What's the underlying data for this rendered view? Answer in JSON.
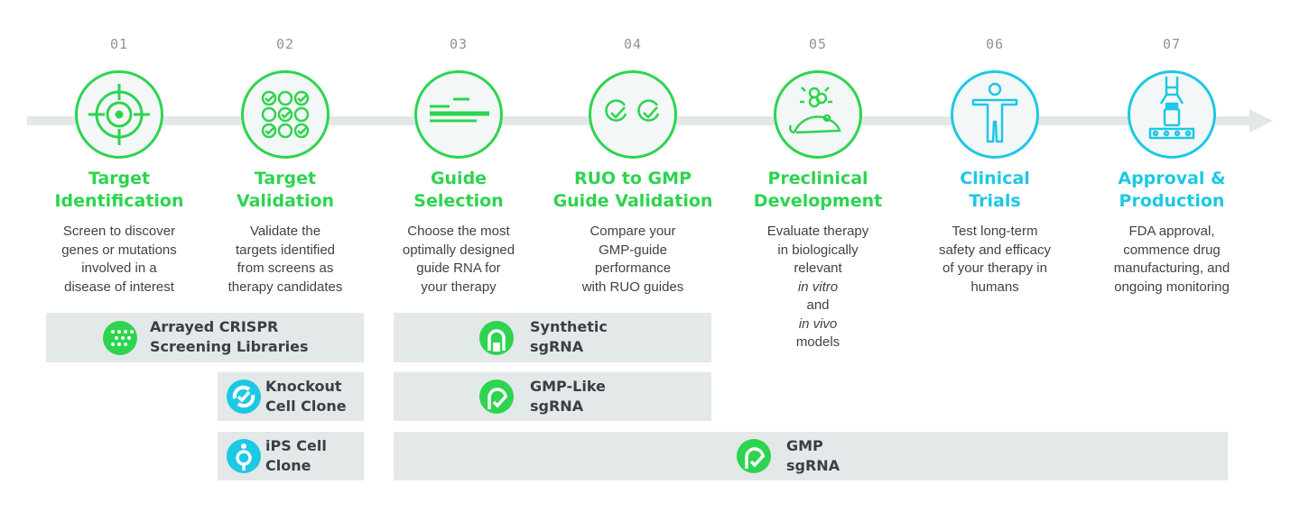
{
  "steps": [
    {
      "num": "01",
      "title": [
        "Target",
        "Identification"
      ],
      "icon": "target-crosshair-icon",
      "desc": [
        "Screen to discover",
        "genes or mutations",
        "involved in a",
        "disease of interest"
      ]
    },
    {
      "num": "02",
      "title": [
        "Target",
        "Validation"
      ],
      "icon": "checklist-grid-icon",
      "desc": [
        "Validate the",
        "targets identified",
        "from screens as",
        "therapy candidates"
      ]
    },
    {
      "num": "03",
      "title": [
        "Guide",
        "Selection"
      ],
      "icon": "guide-lines-icon",
      "desc": [
        "Choose the most",
        "optimally designed",
        "guide RNA for",
        "your therapy"
      ]
    },
    {
      "num": "04",
      "title": [
        "RUO to GMP",
        "Guide Validation"
      ],
      "icon": "double-check-icon",
      "desc": [
        "Compare your",
        "GMP-guide",
        "performance",
        "with RUO guides"
      ]
    },
    {
      "num": "05",
      "title": [
        "Preclinical",
        "Development"
      ],
      "icon": "mouse-cells-icon",
      "desc_line1": "Evaluate therapy",
      "desc_line2": "in biologically",
      "desc_line3_a": "relevant ",
      "desc_line3_b": "in vitro",
      "desc_line4_a": "and ",
      "desc_line4_b": "in vivo",
      "desc_line4_c": " models"
    },
    {
      "num": "06",
      "title": [
        "Clinical",
        "Trials"
      ],
      "icon": "human-figure-icon",
      "desc": [
        "Test long-term",
        "safety and efficacy",
        "of your therapy in",
        "humans"
      ]
    },
    {
      "num": "07",
      "title": [
        "Approval &",
        "Production"
      ],
      "icon": "robot-arm-vial-icon",
      "desc": [
        "FDA approval,",
        "commence drug",
        "manufacturing, and",
        "ongoing monitoring"
      ]
    }
  ],
  "products": {
    "arrayed": [
      "Arrayed CRISPR",
      "Screening Libraries"
    ],
    "synthetic": [
      "Synthetic",
      "sgRNA"
    ],
    "knockout": [
      "Knockout",
      "Cell Clone"
    ],
    "gmp_like": [
      "GMP-Like",
      "sgRNA"
    ],
    "ips": [
      "iPS Cell",
      "Clone"
    ],
    "gmp": [
      "GMP",
      "sgRNA"
    ]
  },
  "colors": {
    "green": "#2dd44f",
    "cyan": "#1cc8e4",
    "bar": "#e3e8e8",
    "track": "#e2e8e8",
    "text": "#3a3f45"
  }
}
